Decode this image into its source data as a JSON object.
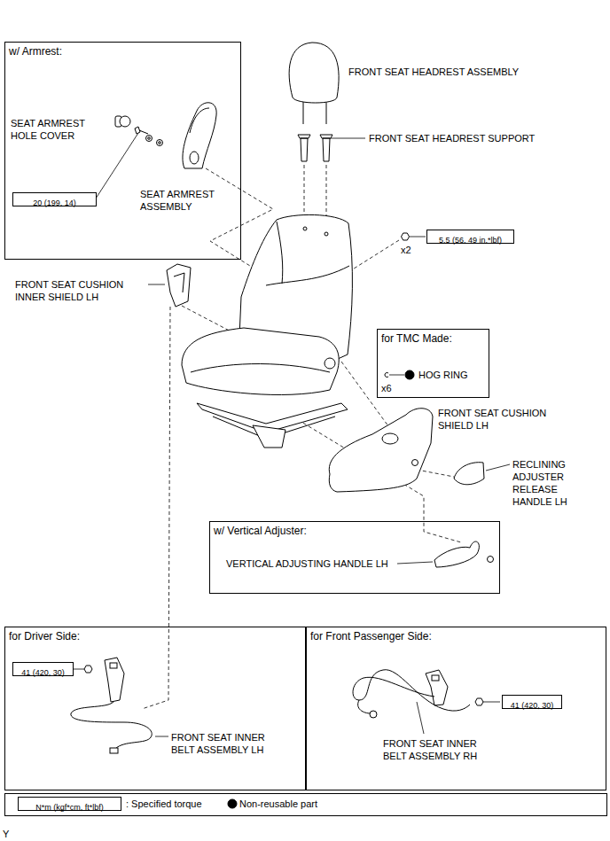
{
  "diagram": {
    "nodes": [
      {
        "text": [
          "w/ Armrest:"
        ]
      },
      {
        "text": [
          "20 (199, 14)"
        ],
        "in": 0
      },
      {
        "text": [
          "5.5 (56, 49 in.*lbf)"
        ]
      },
      {
        "text": [
          "for TMC Made:"
        ]
      },
      {
        "text": [
          "w/ Vertical Adjuster:"
        ]
      },
      {
        "text": [
          "for Driver Side:"
        ]
      },
      {
        "text": [
          "41 (420, 30)"
        ],
        "in": 5
      },
      {
        "text": [
          "for Front Passenger Side:"
        ]
      },
      {
        "text": [
          "41 (420, 30)"
        ],
        "in": 7
      },
      {
        "text": [
          "N*m (kgf*cm, ft*lbf)"
        ]
      }
    ],
    "labels": [
      "FRONT SEAT HEADREST ASSEMBLY",
      "SEAT ARMREST HOLE COVER",
      "FRONT SEAT HEADREST SUPPORT",
      "SEAT ARMREST ASSEMBLY",
      "x2",
      "FRONT SEAT CUSHION INNER SHIELD LH",
      "HOG RING",
      "x6",
      "FRONT SEAT CUSHION SHIELD LH",
      "RECLINING ADJUSTER RELEASE HANDLE LH",
      "VERTICAL ADJUSTING HANDLE LH",
      "FRONT SEAT INNER BELT ASSEMBLY LH",
      "FRONT SEAT INNER BELT ASSEMBLY RH",
      "Y"
    ],
    "legend": [
      {
        "text": ": Specified torque"
      },
      {
        "text": "Non-reusable part"
      }
    ]
  }
}
